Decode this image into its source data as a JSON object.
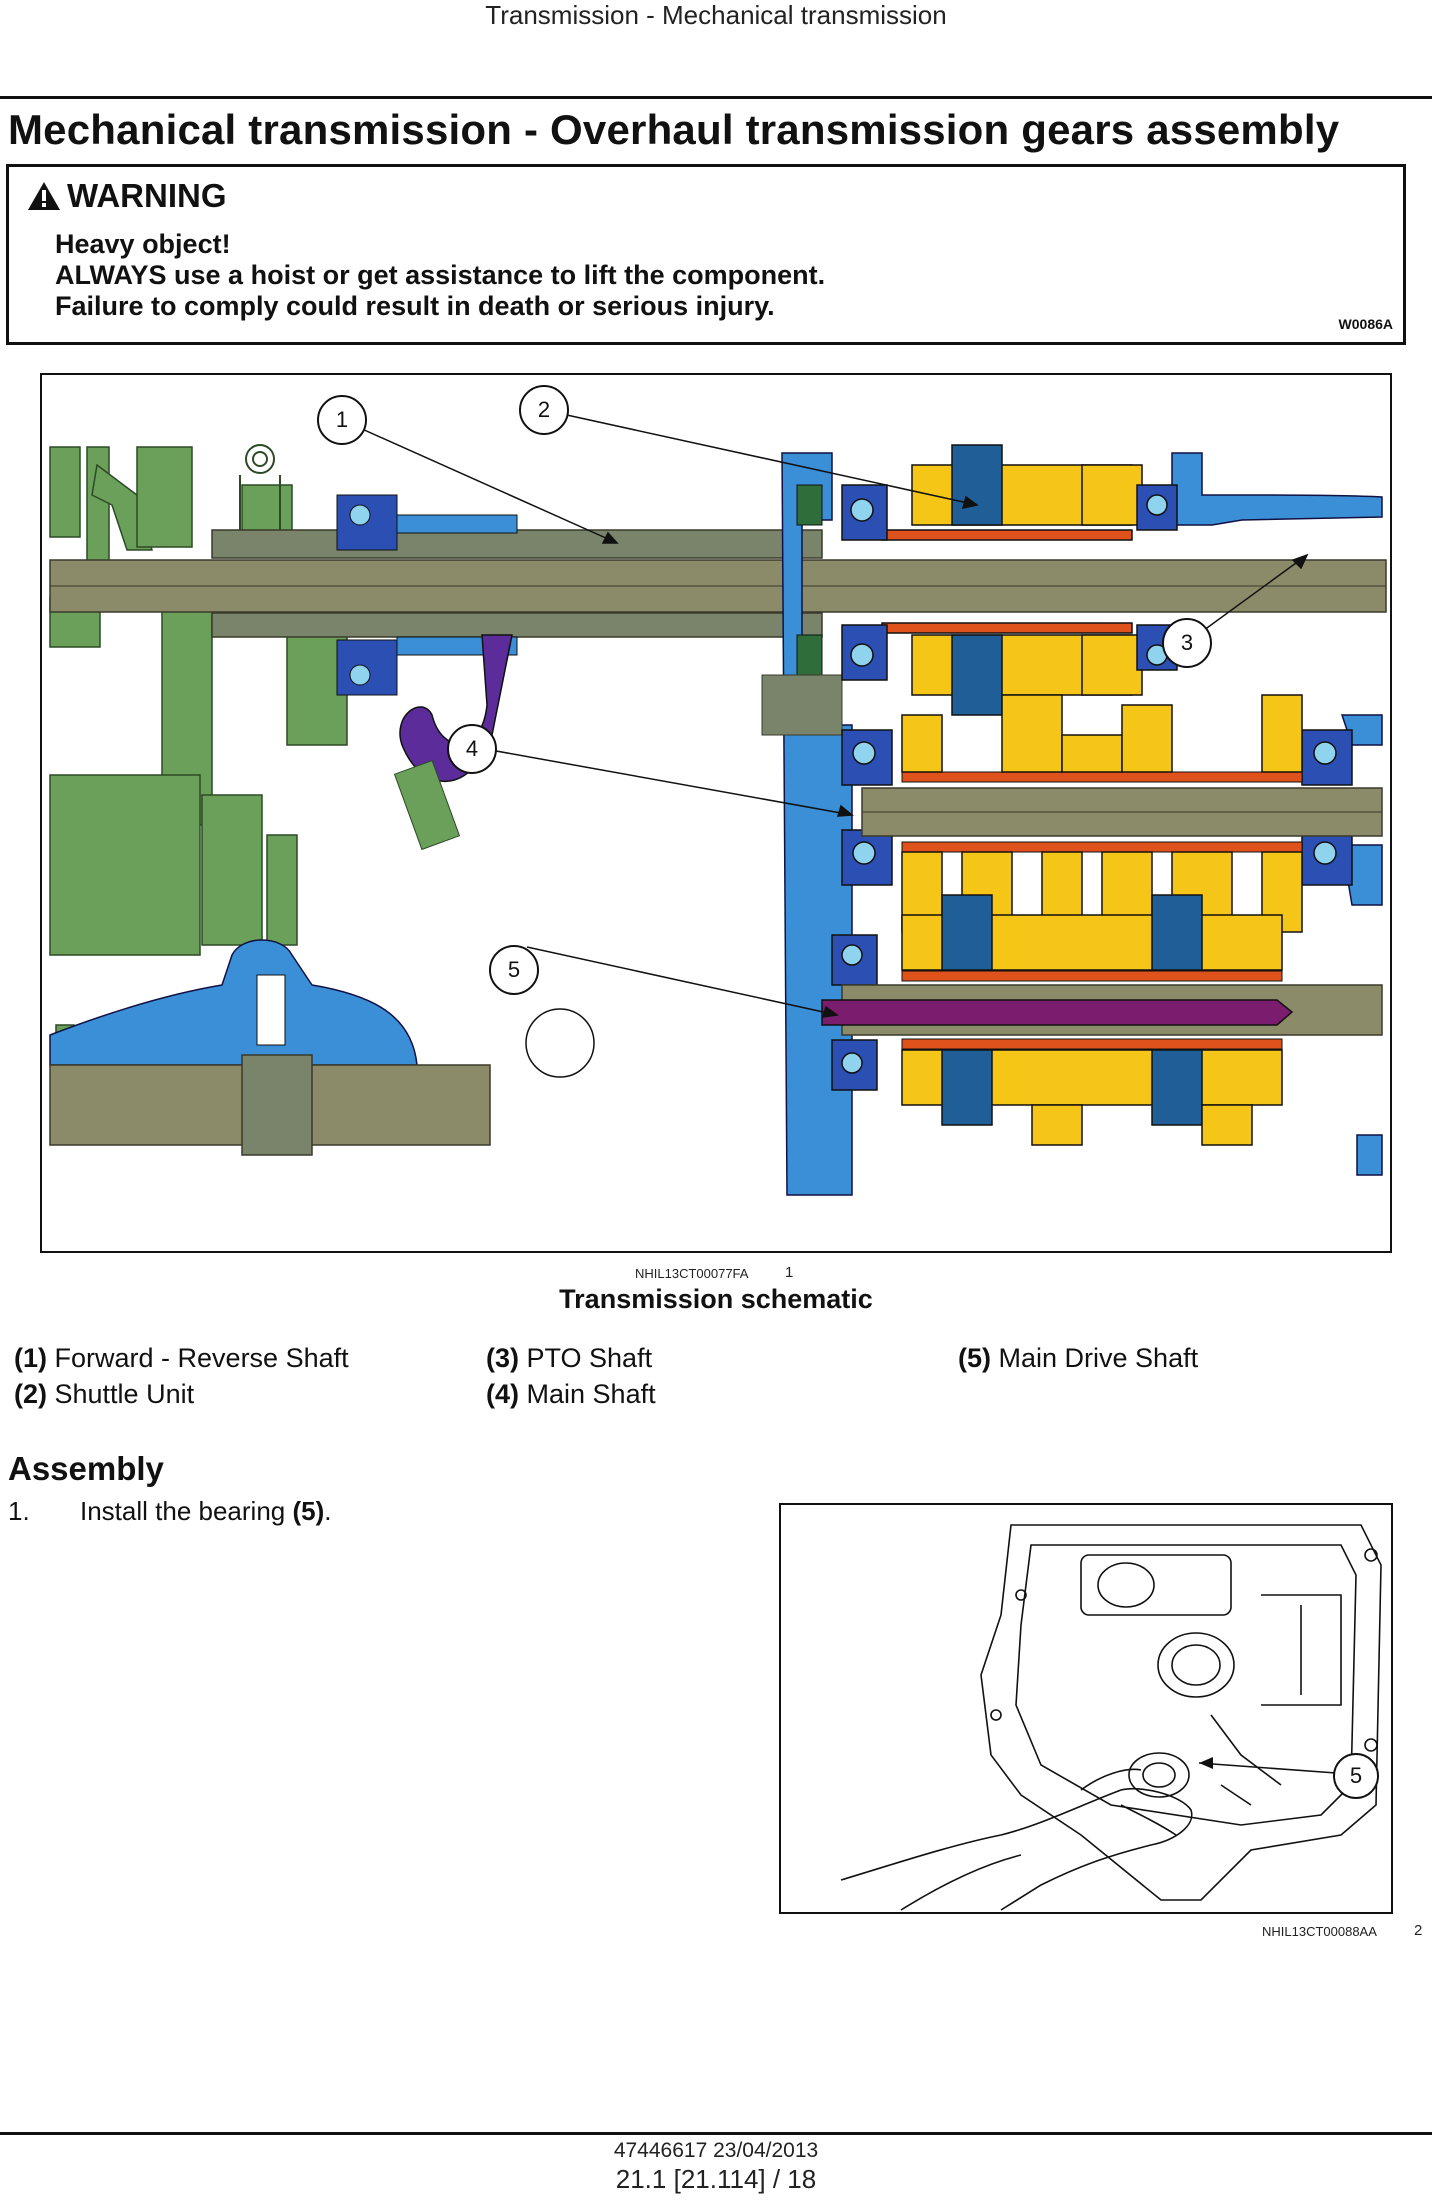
{
  "header": {
    "running_title": "Transmission - Mechanical transmission"
  },
  "page_title": "Mechanical transmission - Overhaul transmission gears assembly",
  "warning": {
    "heading": "WARNING",
    "icon": "warning-triangle-icon",
    "lines": [
      "Heavy object!",
      "ALWAYS use a hoist or get assistance to lift the component.",
      "Failure to comply could result in death or serious injury."
    ],
    "code": "W0086A"
  },
  "figure1": {
    "callouts": [
      "1",
      "2",
      "3",
      "4",
      "5"
    ],
    "code": "NHIL13CT00077FA",
    "number": "1",
    "caption": "Transmission schematic",
    "colors": {
      "housing_green": "#6aa05a",
      "shaft_olive": "#8b8b6a",
      "gear_yellow": "#f5c518",
      "bearing_blue": "#2b4fb3",
      "housing_blue": "#3a8fd6",
      "drive_purple": "#7a1d6e",
      "fork_purple": "#5b2c9a",
      "spacer_orange": "#e0521c",
      "synchro_blue": "#1f5e96"
    }
  },
  "legend": [
    {
      "num": "(1)",
      "label": "Forward - Reverse Shaft"
    },
    {
      "num": "(2)",
      "label": "Shuttle Unit"
    },
    {
      "num": "(3)",
      "label": "PTO Shaft"
    },
    {
      "num": "(4)",
      "label": "Main Shaft"
    },
    {
      "num": "(5)",
      "label": "Main Drive Shaft"
    }
  ],
  "assembly": {
    "heading": "Assembly",
    "steps": [
      {
        "num": "1.",
        "text": "Install the bearing ",
        "ref": "(5)",
        "end": "."
      }
    ]
  },
  "figure2": {
    "callout": "5",
    "code": "NHIL13CT00088AA",
    "number": "2"
  },
  "footer": {
    "doc_ref": "47446617 23/04/2013",
    "page_ref": "21.1 [21.114] / 18"
  }
}
